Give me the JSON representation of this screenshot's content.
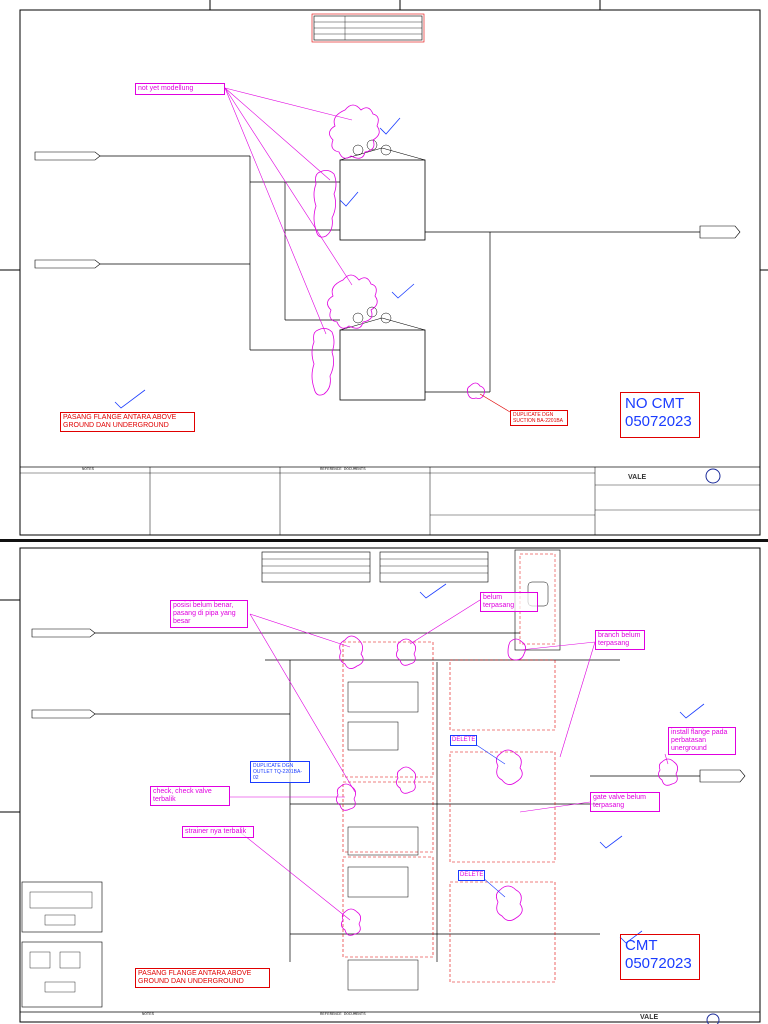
{
  "sheet1": {
    "annotations": {
      "not_modelled": "not yet modellung",
      "flange": "PASANG FLANGE ANTARA ABOVE GROUND DAN UNDERGROUND",
      "duplicate": "DUPLICATE DGN SUCTION BA-2201BA"
    },
    "status_box": {
      "line1": "NO CMT",
      "line2": "05072023"
    },
    "title_block": {
      "notes_header": "NOTES",
      "ref_header": "REFERENCE DOCUMENTS",
      "brand": "VALE"
    }
  },
  "sheet2": {
    "annotations": {
      "posisi": "posisi belum benar, pasang di pipa yang besar",
      "belum_terpasang": "belum terpasang",
      "branch": "branch belum terpasang",
      "install_flange": "install flange pada perbatasan unerground",
      "delete1": "DELETE",
      "duplicate_outlet": "DUPLICATE DGN OUTLET TQ-2201BA-02",
      "check_valve": "check, check valve terbalik",
      "gate_valve": "gate valve belum terpasang",
      "strainer": "strainer nya terbalik",
      "delete2": "DELETE",
      "flange": "PASANG FLANGE ANTARA ABOVE GROUND DAN UNDERGROUND"
    },
    "status_box": {
      "line1": "CMT",
      "line2": "05072023"
    },
    "title_block": {
      "notes_header": "NOTES",
      "ref_header": "REFERENCE DOCUMENTS",
      "brand": "VALE"
    }
  },
  "colors": {
    "markup": "#e000e0",
    "status": "#1a3cff",
    "warning": "#e00000"
  }
}
